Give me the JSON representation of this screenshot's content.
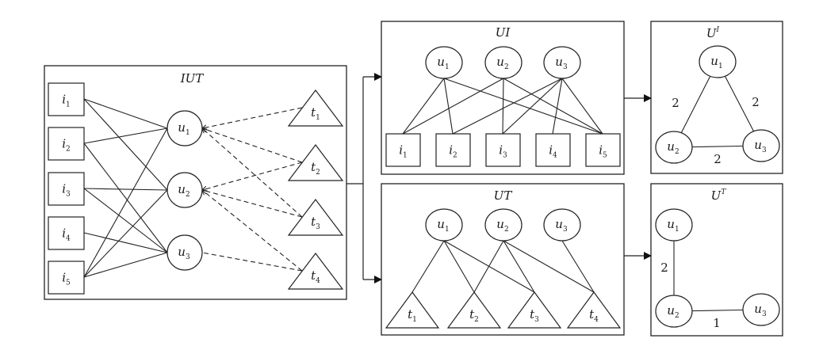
{
  "panels": {
    "iut": {
      "title": "IUT",
      "items": [
        {
          "id": "i1",
          "base": "i",
          "sub": "1"
        },
        {
          "id": "i2",
          "base": "i",
          "sub": "2"
        },
        {
          "id": "i3",
          "base": "i",
          "sub": "3"
        },
        {
          "id": "i4",
          "base": "i",
          "sub": "4"
        },
        {
          "id": "i5",
          "base": "i",
          "sub": "5"
        }
      ],
      "users": [
        {
          "id": "u1",
          "base": "u",
          "sub": "1"
        },
        {
          "id": "u2",
          "base": "u",
          "sub": "2"
        },
        {
          "id": "u3",
          "base": "u",
          "sub": "3"
        }
      ],
      "tags": [
        {
          "id": "t1",
          "base": "t",
          "sub": "1"
        },
        {
          "id": "t2",
          "base": "t",
          "sub": "2"
        },
        {
          "id": "t3",
          "base": "t",
          "sub": "3"
        },
        {
          "id": "t4",
          "base": "t",
          "sub": "4"
        }
      ],
      "item_user_edges": [
        [
          "i1",
          "u1"
        ],
        [
          "i1",
          "u2"
        ],
        [
          "i2",
          "u1"
        ],
        [
          "i2",
          "u3"
        ],
        [
          "i3",
          "u2"
        ],
        [
          "i3",
          "u3"
        ],
        [
          "i4",
          "u3"
        ],
        [
          "i5",
          "u1"
        ],
        [
          "i5",
          "u2"
        ],
        [
          "i5",
          "u3"
        ]
      ],
      "tag_user_edges": [
        [
          "t1",
          "u1"
        ],
        [
          "t2",
          "u1"
        ],
        [
          "t2",
          "u2"
        ],
        [
          "t3",
          "u1"
        ],
        [
          "t3",
          "u2"
        ],
        [
          "t4",
          "u2"
        ],
        [
          "t4",
          "u3"
        ]
      ]
    },
    "ui": {
      "title": "UI",
      "users": [
        {
          "id": "u1",
          "base": "u",
          "sub": "1"
        },
        {
          "id": "u2",
          "base": "u",
          "sub": "2"
        },
        {
          "id": "u3",
          "base": "u",
          "sub": "3"
        }
      ],
      "items": [
        {
          "id": "i1",
          "base": "i",
          "sub": "1"
        },
        {
          "id": "i2",
          "base": "i",
          "sub": "2"
        },
        {
          "id": "i3",
          "base": "i",
          "sub": "3"
        },
        {
          "id": "i4",
          "base": "i",
          "sub": "4"
        },
        {
          "id": "i5",
          "base": "i",
          "sub": "5"
        }
      ],
      "edges": [
        [
          "u1",
          "i1"
        ],
        [
          "u1",
          "i2"
        ],
        [
          "u1",
          "i5"
        ],
        [
          "u2",
          "i1"
        ],
        [
          "u2",
          "i3"
        ],
        [
          "u2",
          "i5"
        ],
        [
          "u3",
          "i2"
        ],
        [
          "u3",
          "i3"
        ],
        [
          "u3",
          "i4"
        ],
        [
          "u3",
          "i5"
        ]
      ]
    },
    "ut": {
      "title": "UT",
      "users": [
        {
          "id": "u1",
          "base": "u",
          "sub": "1"
        },
        {
          "id": "u2",
          "base": "u",
          "sub": "2"
        },
        {
          "id": "u3",
          "base": "u",
          "sub": "3"
        }
      ],
      "tags": [
        {
          "id": "t1",
          "base": "t",
          "sub": "1"
        },
        {
          "id": "t2",
          "base": "t",
          "sub": "2"
        },
        {
          "id": "t3",
          "base": "t",
          "sub": "3"
        },
        {
          "id": "t4",
          "base": "t",
          "sub": "4"
        }
      ],
      "edges": [
        [
          "u1",
          "t1"
        ],
        [
          "u1",
          "t2"
        ],
        [
          "u1",
          "t3"
        ],
        [
          "u2",
          "t2"
        ],
        [
          "u2",
          "t3"
        ],
        [
          "u2",
          "t4"
        ],
        [
          "u3",
          "t4"
        ]
      ]
    },
    "u_i": {
      "title": "U",
      "title_sup": "I",
      "users": [
        {
          "id": "u1",
          "base": "u",
          "sub": "1"
        },
        {
          "id": "u2",
          "base": "u",
          "sub": "2"
        },
        {
          "id": "u3",
          "base": "u",
          "sub": "3"
        }
      ],
      "edges": [
        {
          "from": "u1",
          "to": "u2",
          "weight": "2"
        },
        {
          "from": "u1",
          "to": "u3",
          "weight": "2"
        },
        {
          "from": "u2",
          "to": "u3",
          "weight": "2"
        }
      ]
    },
    "u_t": {
      "title": "U",
      "title_sup": "T",
      "users": [
        {
          "id": "u1",
          "base": "u",
          "sub": "1"
        },
        {
          "id": "u2",
          "base": "u",
          "sub": "2"
        },
        {
          "id": "u3",
          "base": "u",
          "sub": "3"
        }
      ],
      "edges": [
        {
          "from": "u1",
          "to": "u2",
          "weight": "2"
        },
        {
          "from": "u2",
          "to": "u3",
          "weight": "1"
        }
      ]
    }
  }
}
